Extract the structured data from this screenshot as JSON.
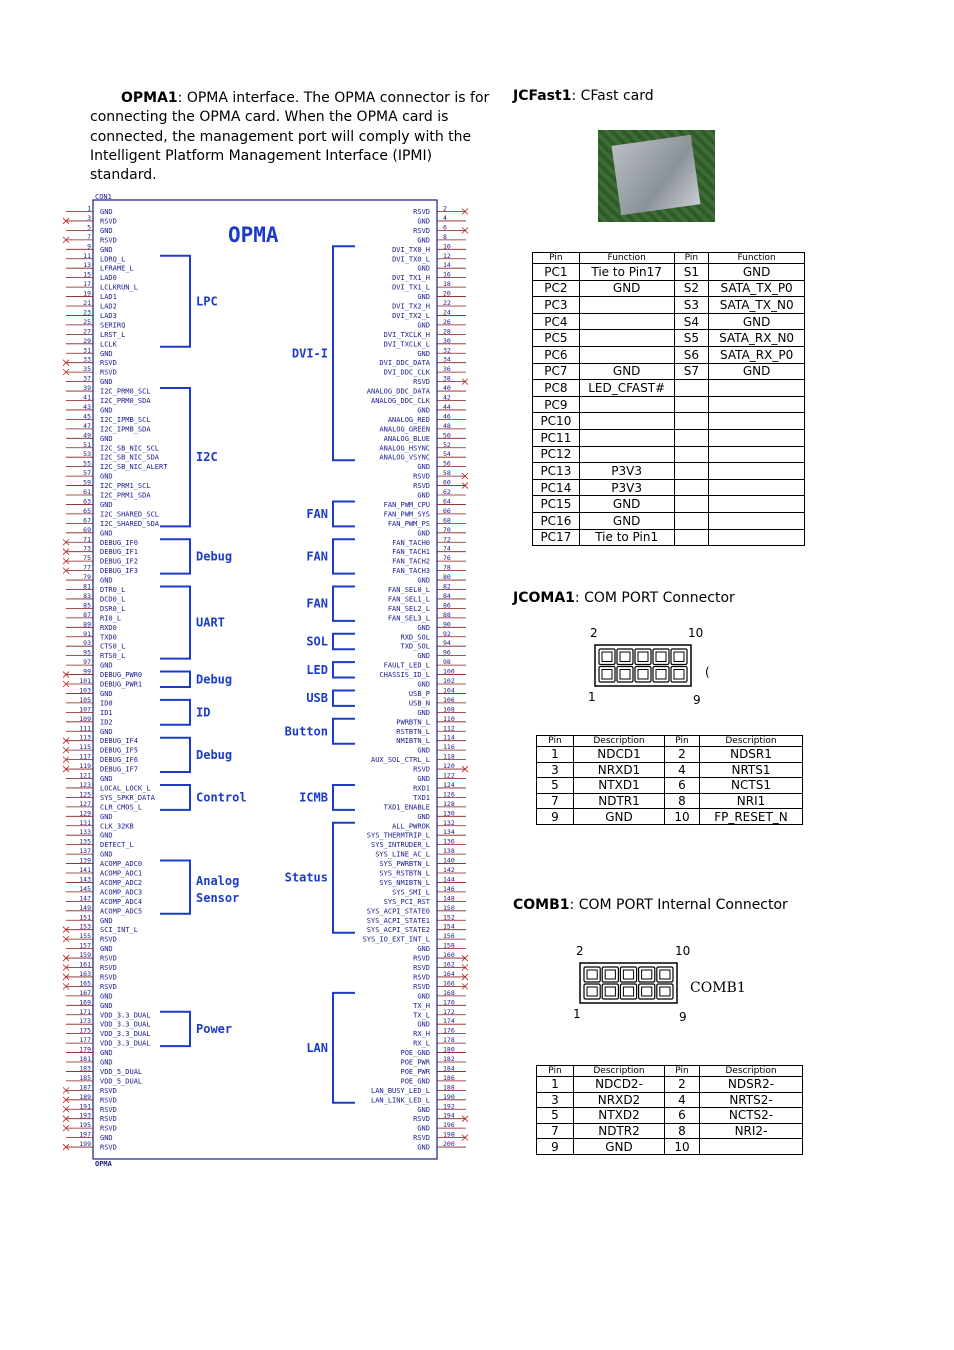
{
  "opma_text": {
    "bold": "OPMA1",
    "rest": ":  OPMA interface. The OPMA connector is for connecting the OPMA card.  When the OPMA card is connected, the management port will comply with the Intelligent Platform Management Interface (IPMI) standard."
  },
  "jcfast": {
    "bold": "JCFast1",
    "rest": ": CFast card"
  },
  "cfast_table": {
    "headers": [
      "Pin",
      "Function",
      "Pin",
      "Function"
    ],
    "rows": [
      [
        "PC1",
        "Tie to Pin17",
        "S1",
        "GND"
      ],
      [
        "PC2",
        "GND",
        "S2",
        "SATA_TX_P0"
      ],
      [
        "PC3",
        "",
        "S3",
        "SATA_TX_N0"
      ],
      [
        "PC4",
        "",
        "S4",
        "GND"
      ],
      [
        "PC5",
        "",
        "S5",
        "SATA_RX_N0"
      ],
      [
        "PC6",
        "",
        "S6",
        "SATA_RX_P0"
      ],
      [
        "PC7",
        "GND",
        "S7",
        "GND"
      ],
      [
        "PC8",
        "LED_CFAST#",
        "",
        ""
      ],
      [
        "PC9",
        "",
        "",
        ""
      ],
      [
        "PC10",
        "",
        "",
        ""
      ],
      [
        "PC11",
        "",
        "",
        ""
      ],
      [
        "PC12",
        "",
        "",
        ""
      ],
      [
        "PC13",
        "P3V3",
        "",
        ""
      ],
      [
        "PC14",
        "P3V3",
        "",
        ""
      ],
      [
        "PC15",
        "GND",
        "",
        ""
      ],
      [
        "PC16",
        "GND",
        "",
        ""
      ],
      [
        "PC17",
        "Tie to Pin1",
        "",
        ""
      ]
    ]
  },
  "jcoma": {
    "bold": "JCOMA1",
    "rest": ":  COM PORT Connector"
  },
  "jcoma_pins": {
    "top_left": "2",
    "top_right": "10",
    "bottom_left": "1",
    "bottom_right": "9",
    "side": "("
  },
  "coma_table": {
    "headers": [
      "Pin",
      "Description",
      "Pin",
      "Description"
    ],
    "rows": [
      [
        "1",
        "NDCD1",
        "2",
        "NDSR1"
      ],
      [
        "3",
        "NRXD1",
        "4",
        "NRTS1"
      ],
      [
        "5",
        "NTXD1",
        "6",
        "NCTS1"
      ],
      [
        "7",
        "NDTR1",
        "8",
        "NRI1"
      ],
      [
        "9",
        "GND",
        "10",
        "FP_RESET_N"
      ]
    ]
  },
  "comb": {
    "bold": "COMB1",
    "rest": ": COM PORT Internal Connector"
  },
  "comb_pins": {
    "top_left": "2",
    "top_right": "10",
    "bottom_left": "1",
    "bottom_right": "9",
    "name": "COMB1"
  },
  "comb_table": {
    "headers": [
      "Pin",
      "Description",
      "Pin",
      "Description"
    ],
    "rows": [
      [
        "1",
        "NDCD2-",
        "2",
        "NDSR2-"
      ],
      [
        "3",
        "NRXD2",
        "4",
        "NRTS2-"
      ],
      [
        "5",
        "NTXD2",
        "6",
        "NCTS2-"
      ],
      [
        "7",
        "NDTR2",
        "8",
        "NRI2-"
      ],
      [
        "9",
        "GND",
        "10",
        ""
      ]
    ]
  },
  "schematic": {
    "top_label": "CON1",
    "bottom_label": "OPMA",
    "title": "OPMA",
    "left_pins": [
      "GND",
      "RSVD",
      "GND",
      "RSVD",
      "GND",
      "LDRQ_L",
      "LFRAME_L",
      "LAD0",
      "LCLKRUN_L",
      "LAD1",
      "LAD2",
      "LAD3",
      "SERIRQ",
      "LRST_L",
      "LCLK",
      "GND",
      "RSVD",
      "RSVD",
      "GND",
      "I2C_PRM0_SCL",
      "I2C_PRM0_SDA",
      "GND",
      "I2C_IPMB_SCL",
      "I2C_IPMB_SDA",
      "GND",
      "I2C_SB_NIC_SCL",
      "I2C_SB_NIC_SDA",
      "I2C_SB_NIC_ALERT",
      "GND",
      "I2C_PRM1_SCL",
      "I2C_PRM1_SDA",
      "GND",
      "I2C_SHARED_SCL",
      "I2C_SHARED_SDA",
      "GND",
      "DEBUG_IF0",
      "DEBUG_IF1",
      "DEBUG_IF2",
      "DEBUG_IF3",
      "GND",
      "DTR0_L",
      "DCD0_L",
      "DSR0_L",
      "RI0_L",
      "RXD0",
      "TXD0",
      "CTS0_L",
      "RTS0_L",
      "GND",
      "DEBUG_PWR0",
      "DEBUG_PWR1",
      "GND",
      "ID0",
      "ID1",
      "ID2",
      "GND",
      "DEBUG_IF4",
      "DEBUG_IF5",
      "DEBUG_IF6",
      "DEBUG_IF7",
      "GND",
      "LOCAL_LOCK_L",
      "SYS_SPKR_DATA",
      "CLR_CMOS_L",
      "GND",
      "CLK_32KB",
      "GND",
      "DETECT_L",
      "GND",
      "ACOMP_ADC0",
      "ACOMP_ADC1",
      "ACOMP_ADC2",
      "ACOMP_ADC3",
      "ACOMP_ADC4",
      "ACOMP_ADC5",
      "GND",
      "SCI_INT_L",
      "RSVD",
      "GND",
      "RSVD",
      "RSVD",
      "RSVD",
      "RSVD",
      "GND",
      "GND",
      "VDD_3.3_DUAL",
      "VDD_3.3_DUAL",
      "VDD_3.3_DUAL",
      "VDD_3.3_DUAL",
      "GND",
      "GND",
      "VDD_5_DUAL",
      "VDD_5_DUAL",
      "RSVD",
      "RSVD",
      "RSVD",
      "RSVD",
      "RSVD",
      "GND",
      "RSVD"
    ],
    "right_pins": [
      "RSVD",
      "GND",
      "RSVD",
      "GND",
      "DVI_TX0_H",
      "DVI_TX0_L",
      "GND",
      "DVI_TX1_H",
      "DVI_TX1_L",
      "GND",
      "DVI_TX2_H",
      "DVI_TX2_L",
      "GND",
      "DVI_TXCLK_H",
      "DVI_TXCLK_L",
      "GND",
      "DVI_DDC_DATA",
      "DVI_DDC_CLK",
      "RSVD",
      "ANALOG_DDC_DATA",
      "ANALOG_DDC_CLK",
      "GND",
      "ANALOG_RED",
      "ANALOG_GREEN",
      "ANALOG_BLUE",
      "ANALOG_HSYNC",
      "ANALOG_VSYNC",
      "GND",
      "RSVD",
      "RSVD",
      "GND",
      "FAN_PWM_CPU",
      "FAN_PWM_SYS",
      "FAN_PWM_PS",
      "GND",
      "FAN_TACH0",
      "FAN_TACH1",
      "FAN_TACH2",
      "FAN_TACH3",
      "GND",
      "FAN_SEL0_L",
      "FAN_SEL1_L",
      "FAN_SEL2_L",
      "FAN_SEL3_L",
      "GND",
      "RXD_SOL",
      "TXD_SOL",
      "GND",
      "FAULT_LED_L",
      "CHASSIS_ID_L",
      "GND",
      "USB_P",
      "USB_N",
      "GND",
      "PWRBTN_L",
      "RSTBTN_L",
      "NMIBTN_L",
      "GND",
      "AUX_SOL_CTRL_L",
      "RSVD",
      "GND",
      "RXD1",
      "TXD1",
      "TXD1_ENABLE",
      "GND",
      "ALL_PWROK",
      "SYS_THERMTRIP_L",
      "SYS_INTRUDER_L",
      "SYS_LINE_AC_L",
      "SYS_PWRBTN_L",
      "SYS_RSTBTN_L",
      "SYS_NMIBTN_L",
      "SYS_SMI_L",
      "SYS_PCI_RST",
      "SYS_ACPI_STATE0",
      "SYS_ACPI_STATE1",
      "SYS_ACPI_STATE2",
      "SYS_IO_EXT_INT_L",
      "GND",
      "RSVD",
      "RSVD",
      "RSVD",
      "RSVD",
      "GND",
      "TX_H",
      "TX_L",
      "GND",
      "RX_H",
      "RX_L",
      "POE_GND",
      "POE_PWR",
      "POE_PWR",
      "POE_GND",
      "LAN_BUSY_LED_L",
      "LAN_LINK_LED_L",
      "GND",
      "RSVD",
      "GND",
      "RSVD",
      "GND"
    ],
    "left_groups": [
      {
        "label": "LPC",
        "from": 5,
        "to": 14
      },
      {
        "label": "I2C",
        "from": 19,
        "to": 33
      },
      {
        "label": "Debug",
        "from": 35,
        "to": 38
      },
      {
        "label": "UART",
        "from": 40,
        "to": 47
      },
      {
        "label": "Debug",
        "from": 49,
        "to": 50
      },
      {
        "label": "ID",
        "from": 52,
        "to": 54
      },
      {
        "label": "Debug",
        "from": 56,
        "to": 59
      },
      {
        "label": "Control",
        "from": 61,
        "to": 63
      },
      {
        "label": "Analog",
        "label2": "Sensor",
        "from": 69,
        "to": 74
      },
      {
        "label": "Power",
        "from": 85,
        "to": 88
      }
    ],
    "right_groups": [
      {
        "label": "DVI-I",
        "from": 4,
        "to": 26
      },
      {
        "label": "FAN",
        "from": 31,
        "to": 33
      },
      {
        "label": "FAN",
        "from": 35,
        "to": 38
      },
      {
        "label": "FAN",
        "from": 40,
        "to": 43
      },
      {
        "label": "SOL",
        "from": 45,
        "to": 46
      },
      {
        "label": "LED",
        "from": 48,
        "to": 49
      },
      {
        "label": "USB",
        "from": 51,
        "to": 52
      },
      {
        "label": "Button",
        "from": 54,
        "to": 56
      },
      {
        "label": "ICMB",
        "from": 61,
        "to": 63
      },
      {
        "label": "Status",
        "from": 65,
        "to": 76
      },
      {
        "label": "LAN",
        "from": 83,
        "to": 94
      }
    ]
  }
}
